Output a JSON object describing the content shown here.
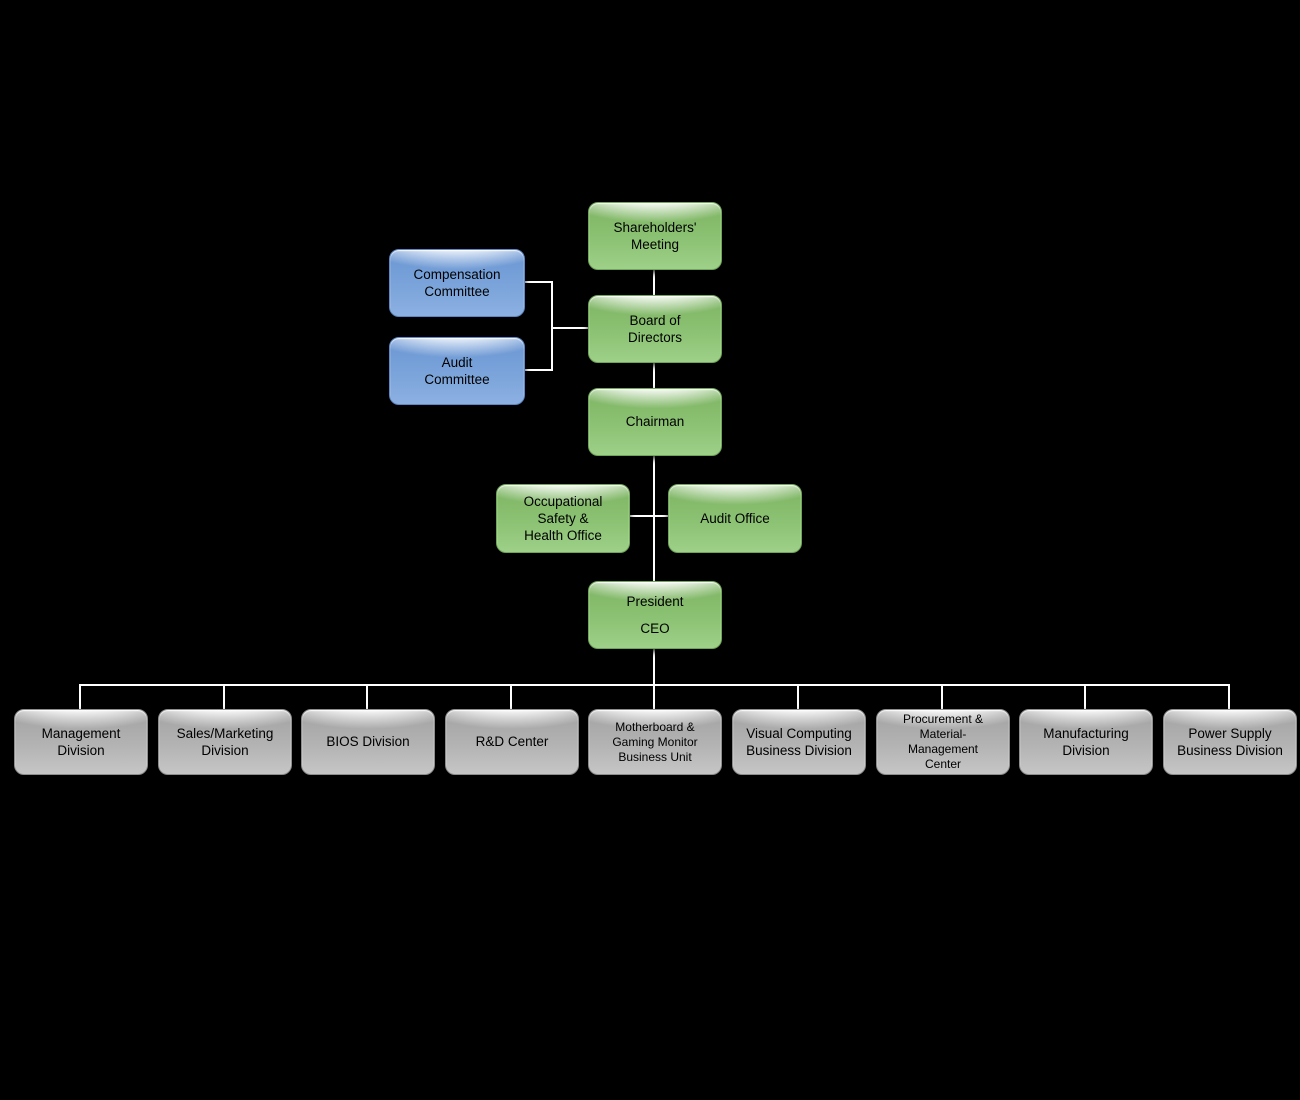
{
  "chart": {
    "type": "org-chart",
    "background_color": "#000000",
    "connector_color": "#ffffff",
    "node_colors": {
      "green": "#96cc7e",
      "blue": "#7fa8dc",
      "gray": "#b3b3b3"
    },
    "nodes": {
      "shareholders": {
        "label": [
          "Shareholders'",
          "Meeting"
        ],
        "color": "green"
      },
      "compensation_committee": {
        "label": [
          "Compensation",
          "Committee"
        ],
        "color": "blue"
      },
      "audit_committee": {
        "label": [
          "Audit",
          "Committee"
        ],
        "color": "blue"
      },
      "board": {
        "label": [
          "Board of",
          "Directors"
        ],
        "color": "green"
      },
      "chairman": {
        "label": [
          "Chairman"
        ],
        "color": "green"
      },
      "osh_office": {
        "label": [
          "Occupational",
          "Safety &",
          "Health Office"
        ],
        "color": "green"
      },
      "audit_office": {
        "label": [
          "Audit Office"
        ],
        "color": "green"
      },
      "president": {
        "label": [
          "President",
          "CEO"
        ],
        "color": "green"
      },
      "divisions": [
        {
          "label": [
            "Management",
            "Division"
          ],
          "color": "gray"
        },
        {
          "label": [
            "Sales/Marketing",
            "Division"
          ],
          "color": "gray"
        },
        {
          "label": [
            "BIOS Division"
          ],
          "color": "gray"
        },
        {
          "label": [
            "R&D Center"
          ],
          "color": "gray"
        },
        {
          "label": [
            "Motherboard &",
            "Gaming Monitor",
            "Business Unit"
          ],
          "color": "gray"
        },
        {
          "label": [
            "Visual Computing",
            "Business Division"
          ],
          "color": "gray"
        },
        {
          "label": [
            "Procurement &",
            "Material-",
            "Management",
            "Center"
          ],
          "color": "gray"
        },
        {
          "label": [
            "Manufacturing",
            "Division"
          ],
          "color": "gray"
        },
        {
          "label": [
            "Power Supply",
            "Business Division"
          ],
          "color": "gray"
        }
      ]
    }
  }
}
